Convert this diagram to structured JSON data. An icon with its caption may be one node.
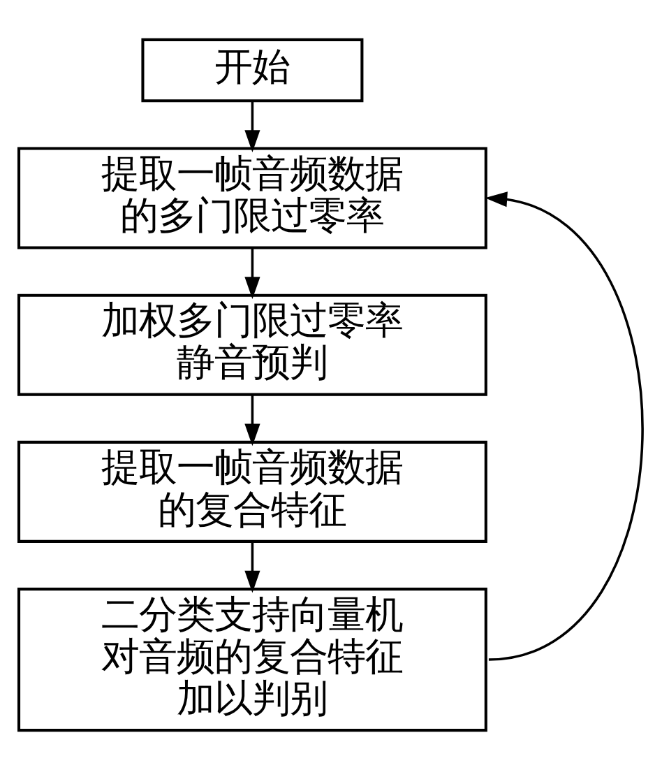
{
  "diagram": {
    "nodes": [
      {
        "text": [
          "开始"
        ]
      },
      {
        "text": [
          "提取一帧音频数据的多门限过零率"
        ]
      },
      {
        "text": [
          "加权多门限过零率静音预判"
        ]
      },
      {
        "text": [
          "提取一帧音频数据的复合特征"
        ]
      },
      {
        "text": [
          "二分类支持向量机对音频的复合特征加以判别"
        ]
      }
    ],
    "edges": [
      {
        "from": 0,
        "to": 1,
        "arrow": "to"
      },
      {
        "from": 1,
        "to": 2,
        "arrow": "to"
      },
      {
        "from": 2,
        "to": 3,
        "arrow": "to"
      },
      {
        "from": 3,
        "to": 4,
        "arrow": "to"
      },
      {
        "from": 4,
        "to": 1,
        "arrow": "to"
      }
    ]
  }
}
